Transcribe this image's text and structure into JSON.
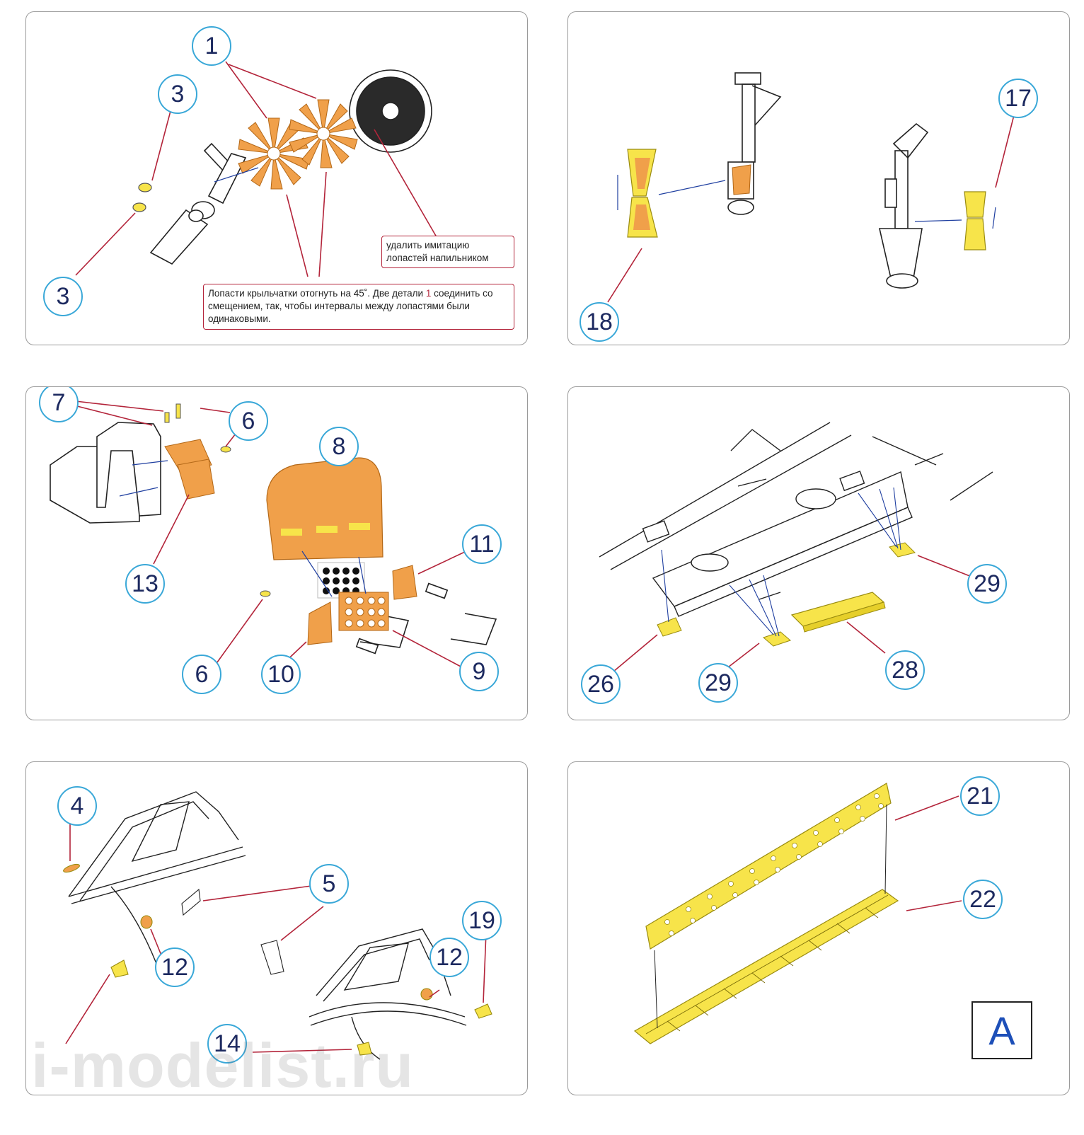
{
  "panels": {
    "p1": {
      "callouts": [
        "1",
        "3",
        "3"
      ],
      "notes": {
        "remove_blades": "удалить имитацию лопастей напильником",
        "bend_pre": "Лопасти крыльчатки отогнуть на 45˚. Две детали ",
        "bend_ref": "1",
        "bend_post": " соединить со смещением, так, чтобы интервалы между лопастями были одинаковыми."
      }
    },
    "p2": {
      "callouts": [
        "17",
        "18"
      ]
    },
    "p3": {
      "callouts": [
        "7",
        "6",
        "8",
        "11",
        "13",
        "6",
        "10",
        "9"
      ]
    },
    "p4": {
      "callouts": [
        "29",
        "26",
        "29",
        "28"
      ]
    },
    "p5": {
      "callouts": [
        "4",
        "5",
        "19",
        "12",
        "12",
        "14"
      ]
    },
    "p6": {
      "callouts": [
        "21",
        "22"
      ],
      "sheet_letter": "A"
    }
  },
  "watermark": "i-modelist.ru",
  "colors": {
    "etch_orange": "#f0a04a",
    "etch_yellow": "#f7e44a",
    "callout_ring": "#3aa8d8",
    "callout_text": "#1d2a60",
    "arrow": "#b3243a",
    "note_border": "#b3243a"
  }
}
